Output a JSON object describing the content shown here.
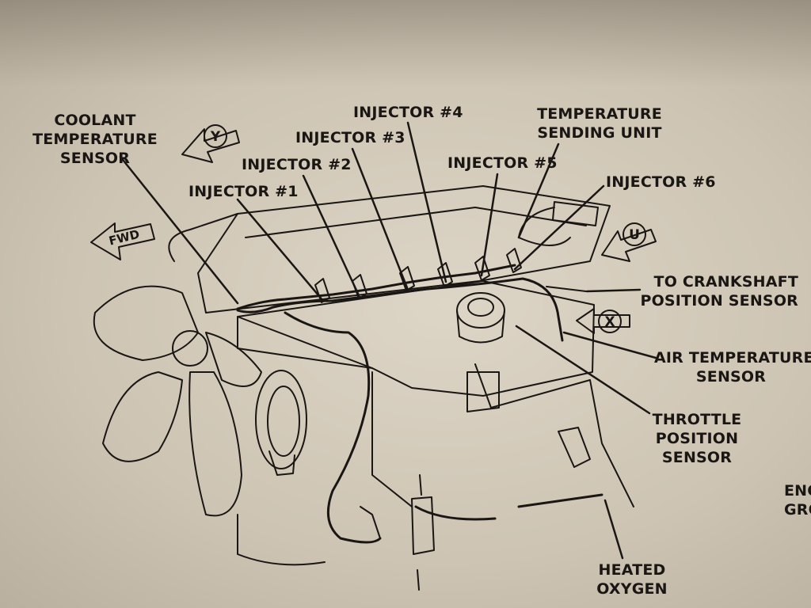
{
  "labels": {
    "coolant_temperature_sensor": [
      "COOLANT",
      "TEMPERATURE",
      "SENSOR"
    ],
    "injector_1": "INJECTOR #1",
    "injector_2": "INJECTOR #2",
    "injector_3": "INJECTOR #3",
    "injector_4": "INJECTOR #4",
    "injector_5": "INJECTOR #5",
    "injector_6": "INJECTOR #6",
    "temperature_sending_unit": [
      "TEMPERATURE",
      "SENDING UNIT"
    ],
    "to_crankshaft_position_sensor": [
      "TO CRANKSHAFT",
      "POSITION SENSOR"
    ],
    "air_temperature_sensor": [
      "AIR TEMPERATURE",
      "SENSOR"
    ],
    "throttle_position_sensor": [
      "THROTTLE",
      "POSITION",
      "SENSOR"
    ],
    "heated_oxygen": [
      "HEATED",
      "OXYGEN"
    ],
    "engine_ground_partial": [
      "ENG",
      "GRO"
    ]
  },
  "view_markers": {
    "y": "Y",
    "u": "U",
    "x": "X",
    "fwd": "FWD"
  },
  "colors": {
    "paper": "#d6cdbd",
    "ink": "#1a1613"
  }
}
